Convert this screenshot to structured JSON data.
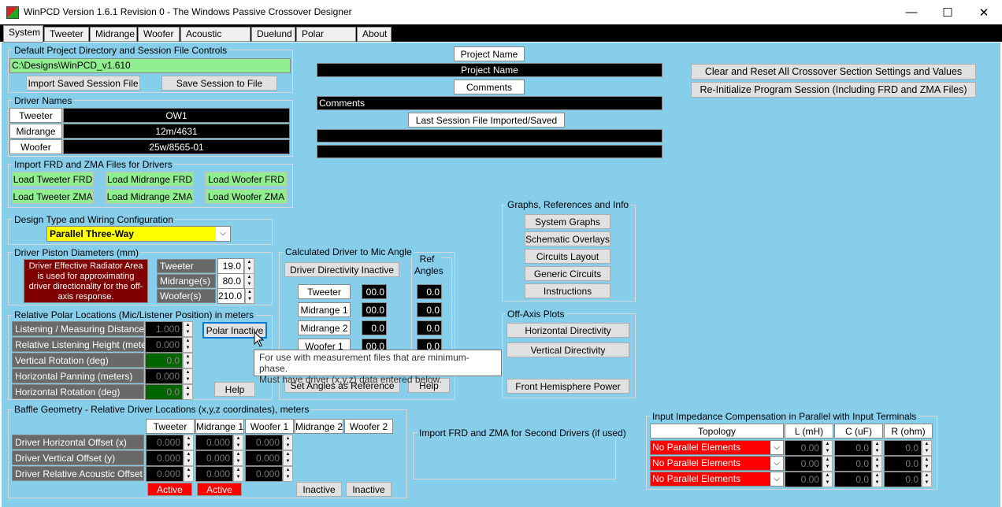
{
  "window": {
    "title": "WinPCD Version 1.6.1 Revision 0 - The Windows Passive Crossover Designer",
    "minimize": "—",
    "maximize": "☐",
    "close": "✕"
  },
  "tabs": [
    "System",
    "Tweeter",
    "Midrange",
    "Woofer",
    "Acoustic Offset",
    "Duelund",
    "Polar Nodes",
    "About"
  ],
  "project_dir": {
    "legend": "Default Project Directory and Session File Controls",
    "path": "C:\\Designs\\WinPCD_v1.610",
    "import_btn": "Import Saved Session File",
    "save_btn": "Save Session to File"
  },
  "driver_names": {
    "legend": "Driver Names",
    "rows": [
      {
        "label": "Tweeter",
        "value": "OW1"
      },
      {
        "label": "Midrange",
        "value": "12m/4631"
      },
      {
        "label": "Woofer",
        "value": "25w/8565-01"
      }
    ]
  },
  "import_files": {
    "legend": "Import FRD and ZMA Files for Drivers",
    "buttons": [
      "Load Tweeter FRD",
      "Load Midrange FRD",
      "Load Woofer FRD",
      "Load Tweeter ZMA",
      "Load Midrange ZMA",
      "Load Woofer ZMA"
    ]
  },
  "design_type": {
    "legend": "Design Type and Wiring Configuration",
    "value": "Parallel  Three-Way"
  },
  "piston": {
    "legend": "Driver Piston Diameters (mm)",
    "note": "Driver Effective Radiator Area is used for approximating driver directionality for the off-axis response.",
    "rows": [
      {
        "label": "Tweeter",
        "value": "19.0"
      },
      {
        "label": "Midrange(s)",
        "value": "80.0"
      },
      {
        "label": "Woofer(s)",
        "value": "210.0"
      }
    ]
  },
  "polar": {
    "legend": "Relative Polar Locations  (Mic/Listener Position) in meters",
    "rows": [
      {
        "label": "Listening / Measuring Distance",
        "value": "1.000"
      },
      {
        "label": "Relative Listening Height (meters)",
        "value": "0.000"
      },
      {
        "label": "Vertical Rotation (deg)",
        "value": "0.0"
      },
      {
        "label": "Horizontal Panning (meters)",
        "value": "0.000"
      },
      {
        "label": "Horizontal Rotation (deg)",
        "value": "0.0"
      }
    ],
    "polar_btn": "Polar Inactive",
    "help_btn": "Help"
  },
  "mic_angle": {
    "legend": "Calculated Driver to Mic Angle",
    "ref_legend": "Ref Angles",
    "directivity_btn": "Driver Directivity Inactive",
    "rows": [
      {
        "label": "Tweeter",
        "value": "00.0",
        "ref": "0.0"
      },
      {
        "label": "Midrange 1",
        "value": "00.0",
        "ref": "0.0"
      },
      {
        "label": "Midrange 2",
        "value": "0.0",
        "ref": "0.0"
      },
      {
        "label": "Woofer 1",
        "value": "00.0",
        "ref": "0.0"
      }
    ],
    "set_ref_btn": "Set Angles as Reference",
    "help_btn": "Help"
  },
  "tooltip": {
    "line1": "For use with measurement files that are minimum-phase.",
    "line2": "Must have driver (x,y,z) data entered below."
  },
  "project": {
    "name_label": "Project Name",
    "name_value": "Project Name",
    "comments_label": "Comments",
    "comments_value": "Comments",
    "last_label": "Last Session File Imported/Saved"
  },
  "reset": {
    "clear_btn": "Clear and Reset All Crossover Section Settings and Values",
    "reinit_btn": "Re-Initialize Program Session (Including FRD and ZMA Files)"
  },
  "graphs": {
    "legend": "Graphs, References and Info",
    "buttons": [
      "System Graphs",
      "Schematic Overlays",
      "Circuits Layout",
      "Generic Circuits",
      "Instructions"
    ]
  },
  "offaxis": {
    "legend": "Off-Axis Plots",
    "buttons": [
      "Horizontal Directivity",
      "Vertical Directivity",
      "Front Hemisphere Power"
    ]
  },
  "baffle": {
    "legend": "Baffle Geometry - Relative Driver Locations (x,y,z coordinates), meters",
    "columns": [
      "Tweeter",
      "Midrange 1",
      "Woofer 1",
      "Midrange 2",
      "Woofer 2"
    ],
    "rows": [
      {
        "label": "Driver Horizontal Offset (x)",
        "values": [
          "0.000",
          "0.000",
          "0.000"
        ]
      },
      {
        "label": "Driver Vertical Offset (y)",
        "values": [
          "0.000",
          "0.000",
          "0.000"
        ]
      },
      {
        "label": "Driver Relative Acoustic Offset (z)",
        "values": [
          "0.000",
          "0.000",
          "0.000"
        ]
      }
    ],
    "status": [
      "Active",
      "Active",
      "Inactive",
      "Inactive"
    ]
  },
  "second_drivers": {
    "legend": "Import FRD and ZMA for Second Drivers (if used)"
  },
  "impedance": {
    "legend": "Input Impedance Compensation in Parallel with Input Terminals",
    "columns": [
      "Topology",
      "L (mH)",
      "C (uF)",
      "R (ohm)"
    ],
    "rows": [
      {
        "topology": "No Parallel Elements",
        "l": "0.00",
        "c": "0.0",
        "r": "0.0"
      },
      {
        "topology": "No Parallel Elements",
        "l": "0.00",
        "c": "0.0",
        "r": "0.0"
      },
      {
        "topology": "No Parallel Elements",
        "l": "0.00",
        "c": "0.0",
        "r": "0.0"
      }
    ]
  },
  "colors": {
    "background": "#87ceeb",
    "green": "#90ee90",
    "red": "#ff0000",
    "yellow": "#ffff00",
    "maroon": "#800000"
  }
}
